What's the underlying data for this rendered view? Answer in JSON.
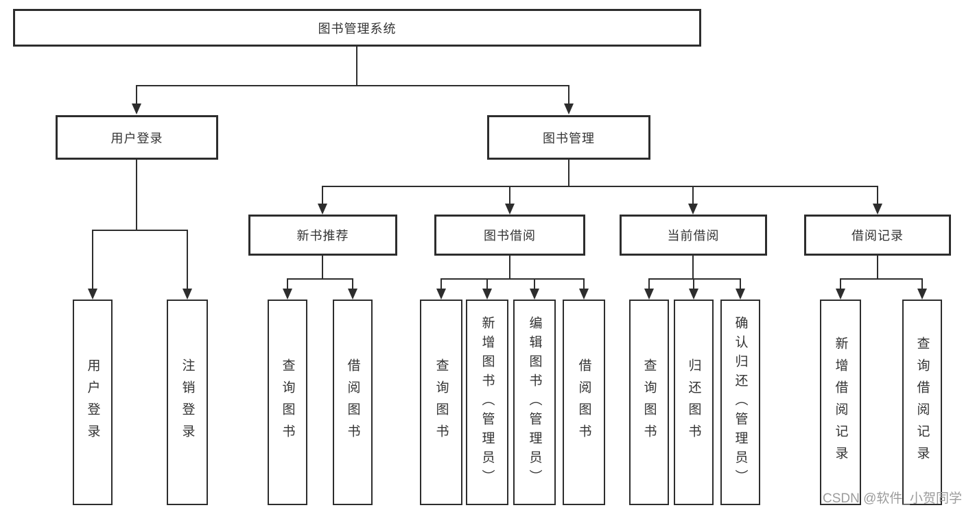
{
  "tree": {
    "label": "图书管理系统",
    "children": [
      {
        "label": "用户登录",
        "children": [
          {
            "label": "用户登录"
          },
          {
            "label": "注销登录"
          }
        ]
      },
      {
        "label": "图书管理",
        "children": [
          {
            "label": "新书推荐",
            "children": [
              {
                "label": "查询图书"
              },
              {
                "label": "借阅图书"
              }
            ]
          },
          {
            "label": "图书借阅",
            "children": [
              {
                "label": "查询图书"
              },
              {
                "label": "新增图书（管理员）"
              },
              {
                "label": "编辑图书（管理员）"
              },
              {
                "label": "借阅图书"
              }
            ]
          },
          {
            "label": "当前借阅",
            "children": [
              {
                "label": "查询图书"
              },
              {
                "label": "归还图书"
              },
              {
                "label": "确认归还（管理员）"
              }
            ]
          },
          {
            "label": "借阅记录",
            "children": [
              {
                "label": "新增借阅记录"
              },
              {
                "label": "查询借阅记录"
              }
            ]
          }
        ]
      }
    ]
  },
  "watermark": {
    "text": "CSDN @软件_小贺同学"
  },
  "colors": {
    "line": "#2d2d2d",
    "box_border": "#2d2d2d",
    "text": "#333333",
    "watermark": "#9c9c9c",
    "background": "#ffffff"
  }
}
